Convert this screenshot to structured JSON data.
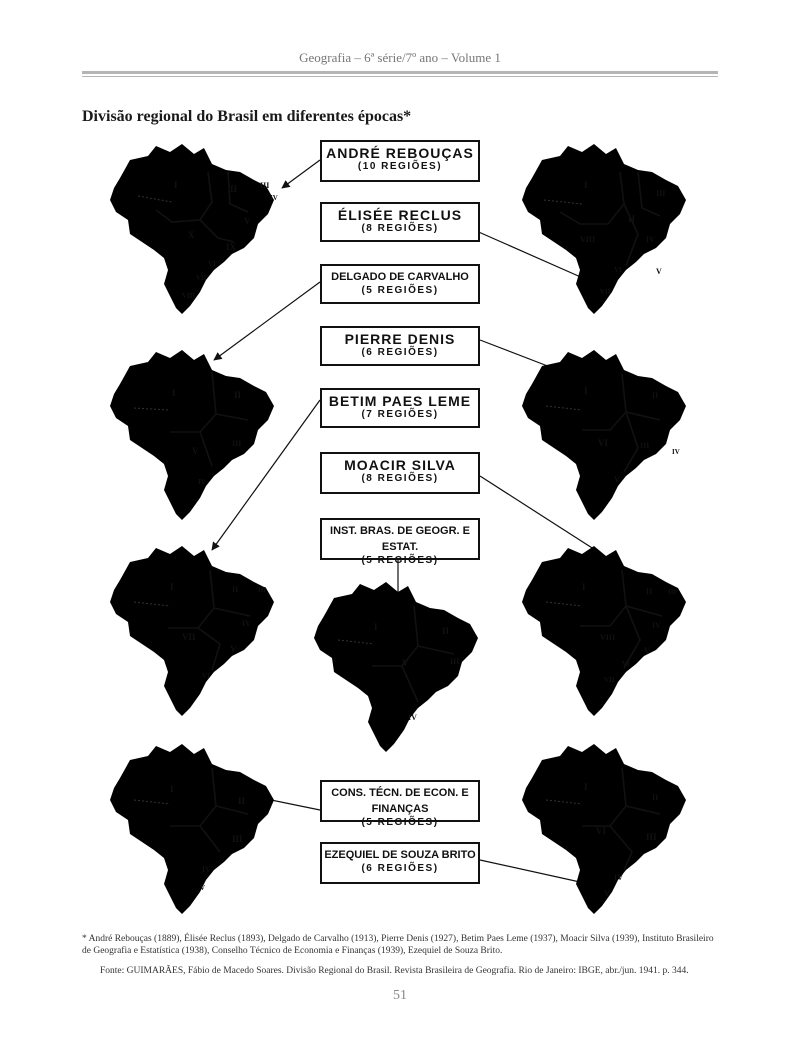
{
  "header": {
    "running_head": "Geografia – 6ª série/7º ano – Volume 1"
  },
  "title": "Divisão regional do Brasil em diferentes épocas*",
  "labels": [
    {
      "name": "ANDRÉ REBOUÇAS",
      "count": "(10 REGIÕES)"
    },
    {
      "name": "ÉLISÉE RECLUS",
      "count": "(8 REGIÕES)"
    },
    {
      "name": "DELGADO DE CARVALHO",
      "count": "(5 REGIÕES)"
    },
    {
      "name": "PIERRE DENIS",
      "count": "(6 REGIÕES)"
    },
    {
      "name": "BETIM PAES LEME",
      "count": "(7 REGIÕES)"
    },
    {
      "name": "MOACIR SILVA",
      "count": "(8 REGIÕES)"
    },
    {
      "name": "INST. BRAS. DE GEOGR. E ESTAT.",
      "count": "(5 REGIÕES)"
    },
    {
      "name": "CONS. TÉCN. DE ECON. E FINANÇAS",
      "count": "(5 REGIÕES)"
    },
    {
      "name": "EZEQUIEL DE SOUZA BRITO",
      "count": "(6 REGIÕES)"
    }
  ],
  "maps": [
    {
      "id": "reboucas",
      "numerals": [
        "I",
        "II",
        "III",
        "IV",
        "V",
        "X",
        "IX",
        "VI",
        "VII",
        "VIII"
      ]
    },
    {
      "id": "reclus",
      "numerals": [
        "I",
        "III",
        "II",
        "VIII",
        "IV",
        "VI",
        "V",
        "VII"
      ]
    },
    {
      "id": "delgado",
      "numerals": [
        "I",
        "II",
        "V",
        "III",
        "IV"
      ]
    },
    {
      "id": "denis",
      "numerals": [
        "I",
        "II",
        "VI",
        "III",
        "IV",
        "V"
      ]
    },
    {
      "id": "paes-leme",
      "numerals": [
        "I",
        "II",
        "III",
        "IV",
        "VII",
        "V",
        "VI"
      ]
    },
    {
      "id": "ibge",
      "numerals": [
        "I",
        "II",
        "V",
        "III",
        "IV"
      ]
    },
    {
      "id": "moacir",
      "numerals": [
        "I",
        "II",
        "III",
        "VIII",
        "IV",
        "V",
        "VI",
        "VII"
      ]
    },
    {
      "id": "cons-tecn",
      "numerals": [
        "I",
        "II",
        "III",
        "IV",
        "V"
      ]
    },
    {
      "id": "souza-brito",
      "numerals": [
        "I",
        "II",
        "VI",
        "III",
        "IV",
        "V"
      ]
    }
  ],
  "footnote": "* André Rebouças (1889), Élisée Reclus (1893), Delgado de Carvalho (1913), Pierre Denis (1927), Betim Paes Leme (1937), Moacir Silva (1939), Instituto Brasileiro de Geografia e Estatística (1938), Conselho Técnico de Economia e Finanças (1939), Ezequiel de Souza Brito.",
  "source": "Fonte: GUIMARÃES, Fábio de Macedo Soares. Divisão Regional do Brasil. Revista Brasileira de Geografia. Rio de Janeiro: IBGE, abr./jun. 1941. p. 344.",
  "page_number": "51"
}
